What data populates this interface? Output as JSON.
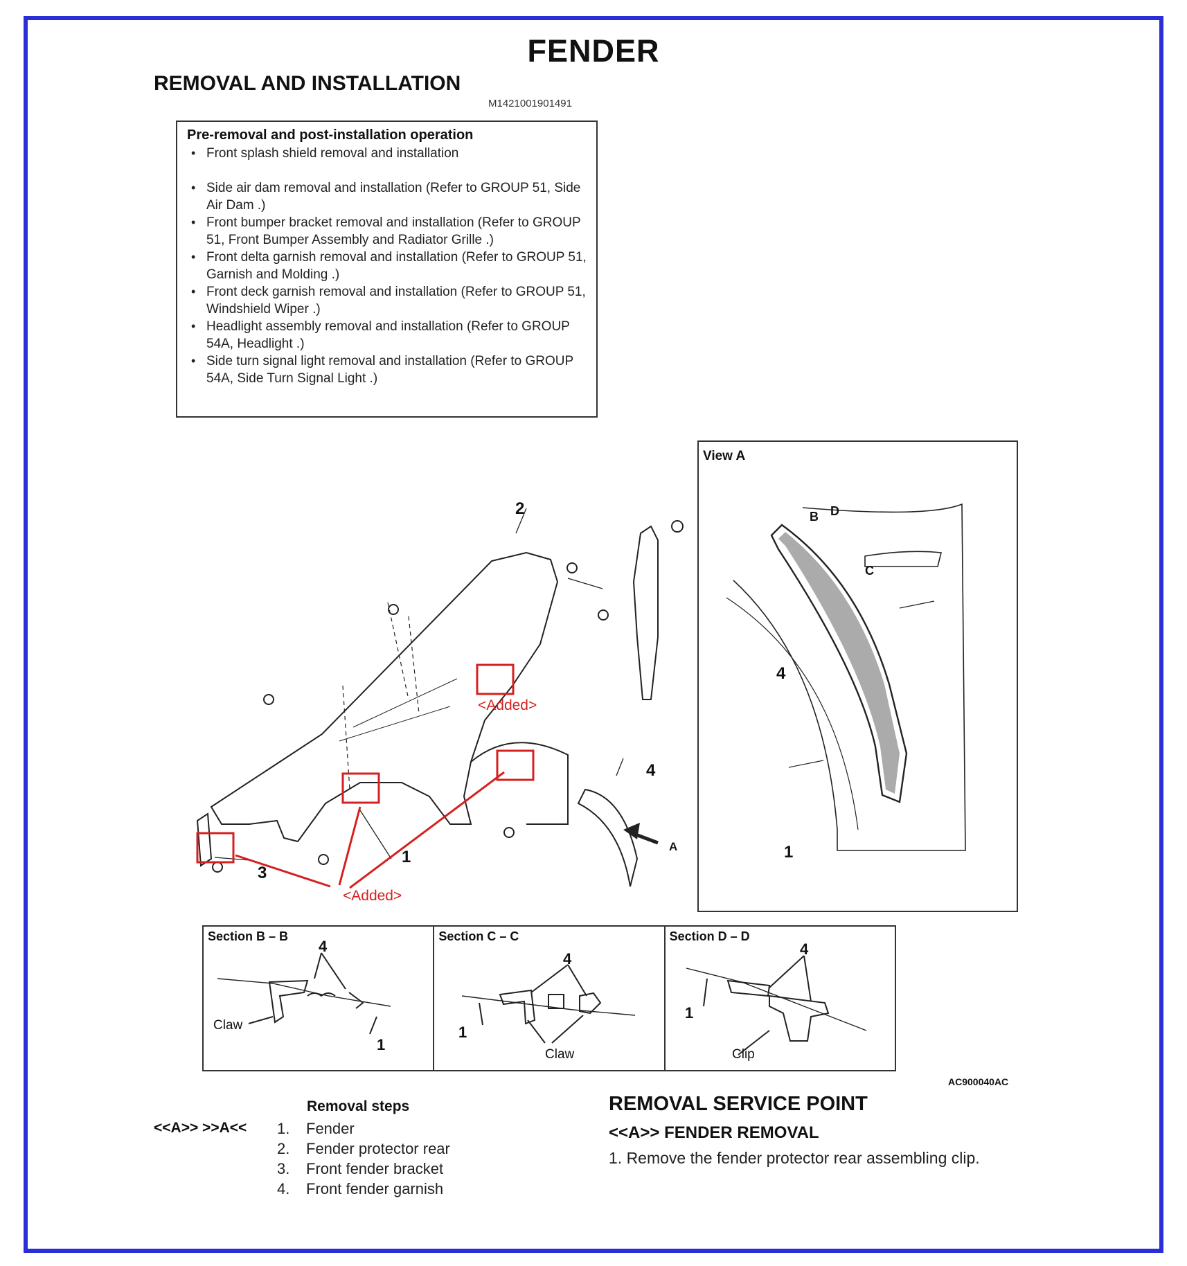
{
  "header": {
    "title": "FENDER",
    "section": "REMOVAL AND INSTALLATION",
    "doc_id": "M1421001901491"
  },
  "pre_removal": {
    "heading": "Pre-removal and post-installation operation",
    "items": [
      "Front splash shield removal and installation",
      "Side air dam removal and installation (Refer to GROUP 51, Side Air Dam .)",
      "Front bumper bracket removal and installation (Refer to GROUP 51, Front Bumper Assembly and Radiator Grille .)",
      "Front delta garnish removal and installation (Refer to GROUP 51, Garnish and Molding .)",
      "Front deck garnish removal and installation (Refer to GROUP 51, Windshield Wiper .)",
      "Headlight assembly removal and installation (Refer to GROUP 54A, Headlight .)",
      "Side turn signal light removal and installation (Refer to GROUP 54A, Side Turn Signal Light .)"
    ]
  },
  "diagram": {
    "callouts": {
      "one": "1",
      "two": "2",
      "three": "3",
      "four": "4",
      "arrow_a": "A"
    },
    "added_label_top": "<Added>",
    "added_label_bottom": "<Added>",
    "accent_color": "#d62020"
  },
  "view_a": {
    "title": "View A",
    "labels": {
      "b": "B",
      "c": "C",
      "d": "D",
      "four": "4",
      "one": "1"
    }
  },
  "sections": [
    {
      "title": "Section B – B",
      "part": "4",
      "base": "1",
      "note": "Claw"
    },
    {
      "title": "Section C – C",
      "part": "4",
      "base": "1",
      "note": "Claw"
    },
    {
      "title": "Section D – D",
      "part": "4",
      "base": "1",
      "note": "Clip"
    }
  ],
  "figure_code": "AC900040AC",
  "removal_steps": {
    "title": "Removal steps",
    "refs": "<<A>>   >>A<<",
    "steps": [
      {
        "num": "1.",
        "label": "Fender"
      },
      {
        "num": "2.",
        "label": "Fender protector rear"
      },
      {
        "num": "3.",
        "label": "Front fender bracket"
      },
      {
        "num": "4.",
        "label": "Front fender garnish"
      }
    ]
  },
  "service_point": {
    "title": "REMOVAL SERVICE POINT",
    "subtitle": "<<A>> FENDER REMOVAL",
    "step": "1. Remove the fender protector rear assembling clip."
  },
  "frame_color": "#2a2ed8"
}
